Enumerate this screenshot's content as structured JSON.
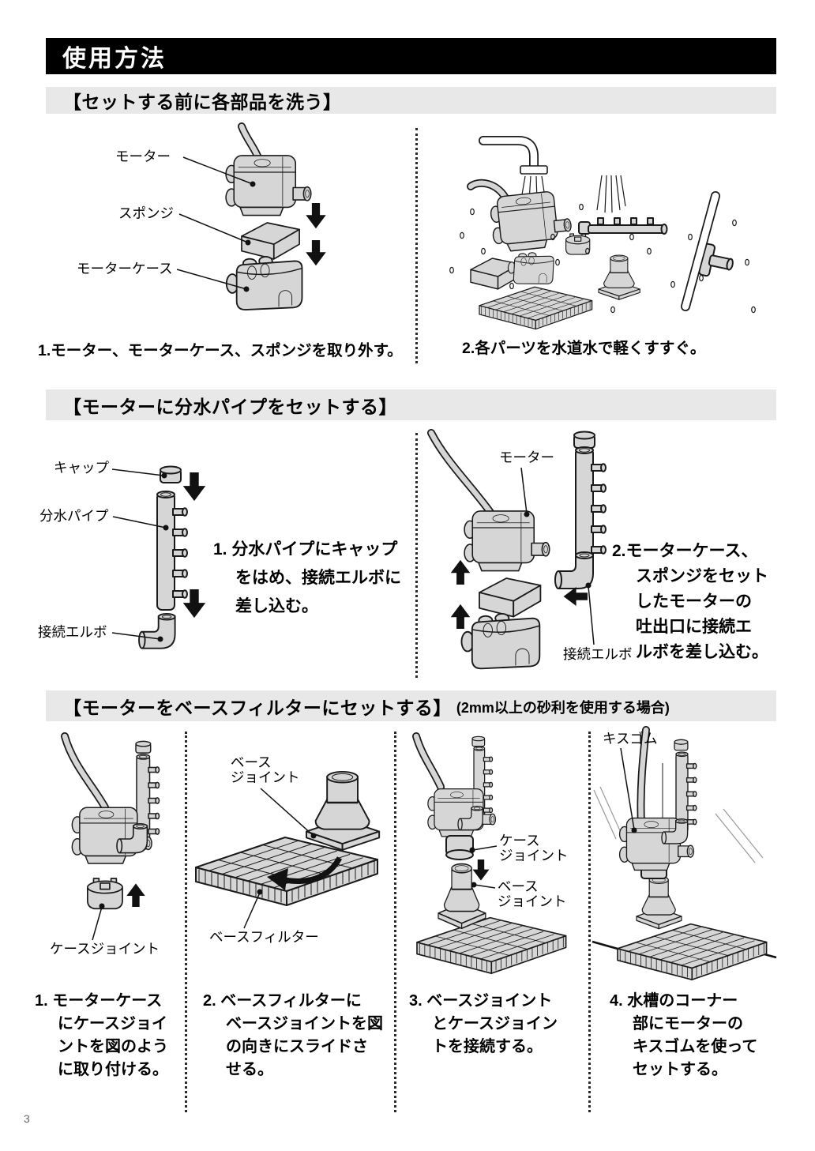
{
  "page": {
    "title": "使用方法",
    "page_number": "3"
  },
  "colors": {
    "header_bg": "#000000",
    "header_fg": "#ffffff",
    "section_bg": "#e8e8e8",
    "part_fill": "#d6d6d6",
    "line": "#1a1a1a"
  },
  "section1": {
    "heading": "【セットする前に各部品を洗う】",
    "labels": {
      "motor": "モーター",
      "sponge": "スポンジ",
      "motor_case": "モーターケース"
    },
    "step1": "1.モーター、モーターケース、スポンジを取り外す。",
    "step2": "2.各パーツを水道水で軽くすすぐ。"
  },
  "section2": {
    "heading": "【モーターに分水パイプをセットする】",
    "labels": {
      "cap": "キャップ",
      "pipe": "分水パイプ",
      "elbow": "接続エルボ",
      "motor": "モーター",
      "elbow2": "接続エルボ"
    },
    "step1": "1. 分水パイプにキャップ\nをはめ、接続エルボに\n差し込む。",
    "step2": "2.モーターケース、\nスポンジをセット\nしたモーターの\n吐出口に接続エ\nルボを差し込む。"
  },
  "section3": {
    "heading": "【モーターをベースフィルターにセットする】",
    "heading_note": "(2mm以上の砂利を使用する場合)",
    "labels": {
      "case_joint": "ケースジョイント",
      "base_joint": "ベース\nジョイント",
      "base_filter": "ベースフィルター",
      "case_joint2": "ケース\nジョイント",
      "base_joint2": "ベース\nジョイント",
      "suction_cup": "キスゴム"
    },
    "step1": "1. モーターケース\nにケースジョイ\nントを図のよう\nに取り付ける。",
    "step2": "2. ベースフィルターに\nベースジョイントを図\nの向きにスライドさ\nせる。",
    "step3": "3. ベースジョイント\nとケースジョイン\nトを接続する。",
    "step4": "4. 水槽のコーナー\n部にモーターの\nキスゴムを使って\nセットする。"
  }
}
